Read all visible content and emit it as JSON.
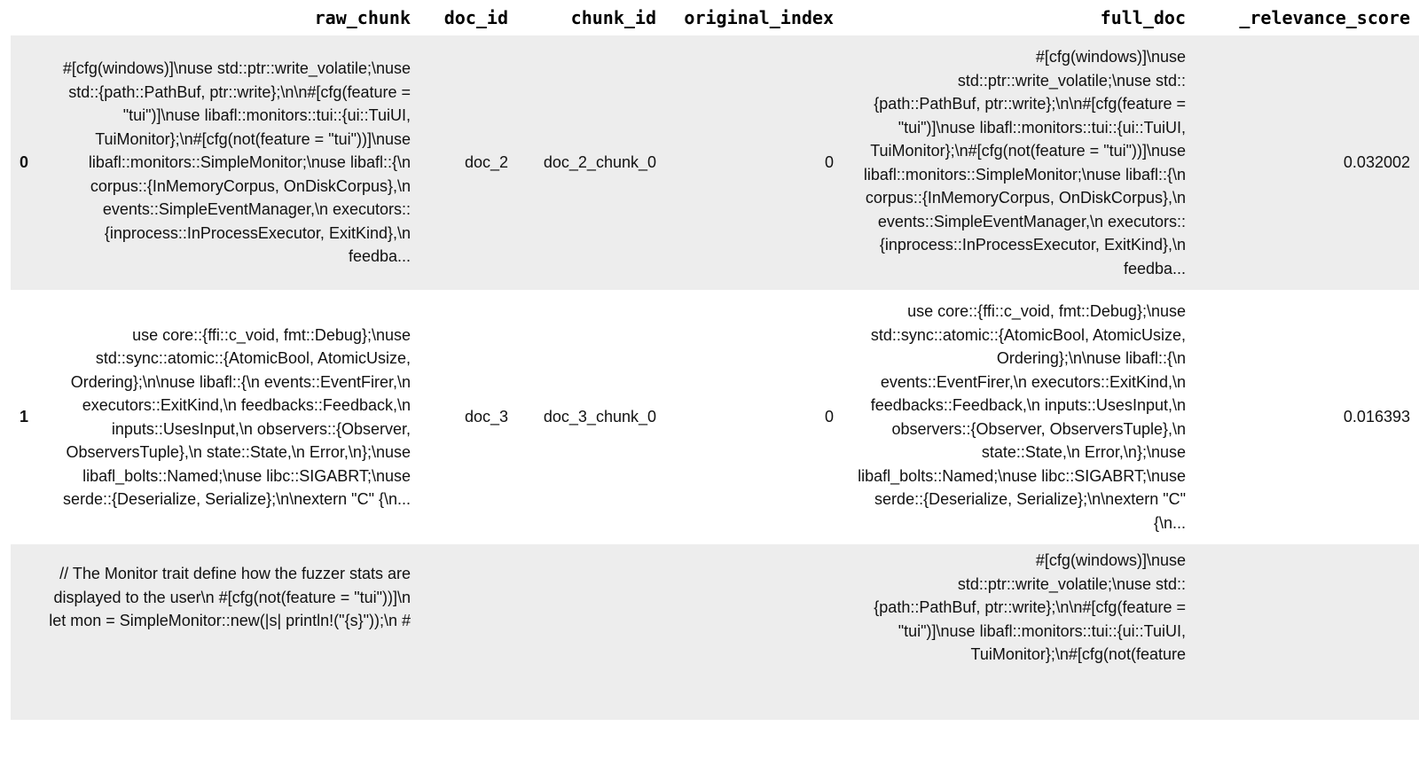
{
  "colors": {
    "row_stripe": "#ededed",
    "background": "#ffffff",
    "text": "#111111"
  },
  "table": {
    "columns": [
      "",
      "raw_chunk",
      "doc_id",
      "chunk_id",
      "original_index",
      "full_doc",
      "_relevance_score"
    ],
    "rows": [
      {
        "index": "0",
        "raw_chunk": "#[cfg(windows)]\\nuse std::ptr::write_volatile;\\nuse std::{path::PathBuf, ptr::write};\\n\\n#[cfg(feature = \"tui\")]\\nuse libafl::monitors::tui::{ui::TuiUI, TuiMonitor};\\n#[cfg(not(feature = \"tui\"))]\\nuse libafl::monitors::SimpleMonitor;\\nuse libafl::{\\n corpus::{InMemoryCorpus, OnDiskCorpus},\\n events::SimpleEventManager,\\n executors::{inprocess::InProcessExecutor, ExitKind},\\n feedba...",
        "doc_id": "doc_2",
        "chunk_id": "doc_2_chunk_0",
        "original_index": "0",
        "full_doc": "#[cfg(windows)]\\nuse std::ptr::write_volatile;\\nuse std::{path::PathBuf, ptr::write};\\n\\n#[cfg(feature = \"tui\")]\\nuse libafl::monitors::tui::{ui::TuiUI, TuiMonitor};\\n#[cfg(not(feature = \"tui\"))]\\nuse libafl::monitors::SimpleMonitor;\\nuse libafl::{\\n corpus::{InMemoryCorpus, OnDiskCorpus},\\n events::SimpleEventManager,\\n executors::{inprocess::InProcessExecutor, ExitKind},\\n feedba...",
        "relevance_score": "0.032002"
      },
      {
        "index": "1",
        "raw_chunk": "use core::{ffi::c_void, fmt::Debug};\\nuse std::sync::atomic::{AtomicBool, AtomicUsize, Ordering};\\n\\nuse libafl::{\\n events::EventFirer,\\n executors::ExitKind,\\n feedbacks::Feedback,\\n inputs::UsesInput,\\n observers::{Observer, ObserversTuple},\\n state::State,\\n Error,\\n};\\nuse libafl_bolts::Named;\\nuse libc::SIGABRT;\\nuse serde::{Deserialize, Serialize};\\n\\nextern \"C\" {\\n...",
        "doc_id": "doc_3",
        "chunk_id": "doc_3_chunk_0",
        "original_index": "0",
        "full_doc": "use core::{ffi::c_void, fmt::Debug};\\nuse std::sync::atomic::{AtomicBool, AtomicUsize, Ordering};\\n\\nuse libafl::{\\n events::EventFirer,\\n executors::ExitKind,\\n feedbacks::Feedback,\\n inputs::UsesInput,\\n observers::{Observer, ObserversTuple},\\n state::State,\\n Error,\\n};\\nuse libafl_bolts::Named;\\nuse libc::SIGABRT;\\nuse serde::{Deserialize, Serialize};\\n\\nextern \"C\" {\\n...",
        "relevance_score": "0.016393"
      },
      {
        "index": "",
        "raw_chunk": "// The Monitor trait define how the fuzzer stats are displayed to the user\\n #[cfg(not(feature = \"tui\"))]\\n let mon = SimpleMonitor::new(|s| println!(\"{s}\"));\\n #",
        "doc_id": "",
        "chunk_id": "",
        "original_index": "",
        "full_doc": "#[cfg(windows)]\\nuse std::ptr::write_volatile;\\nuse std::{path::PathBuf, ptr::write};\\n\\n#[cfg(feature = \"tui\")]\\nuse libafl::monitors::tui::{ui::TuiUI, TuiMonitor};\\n#[cfg(not(feature",
        "relevance_score": ""
      }
    ]
  }
}
